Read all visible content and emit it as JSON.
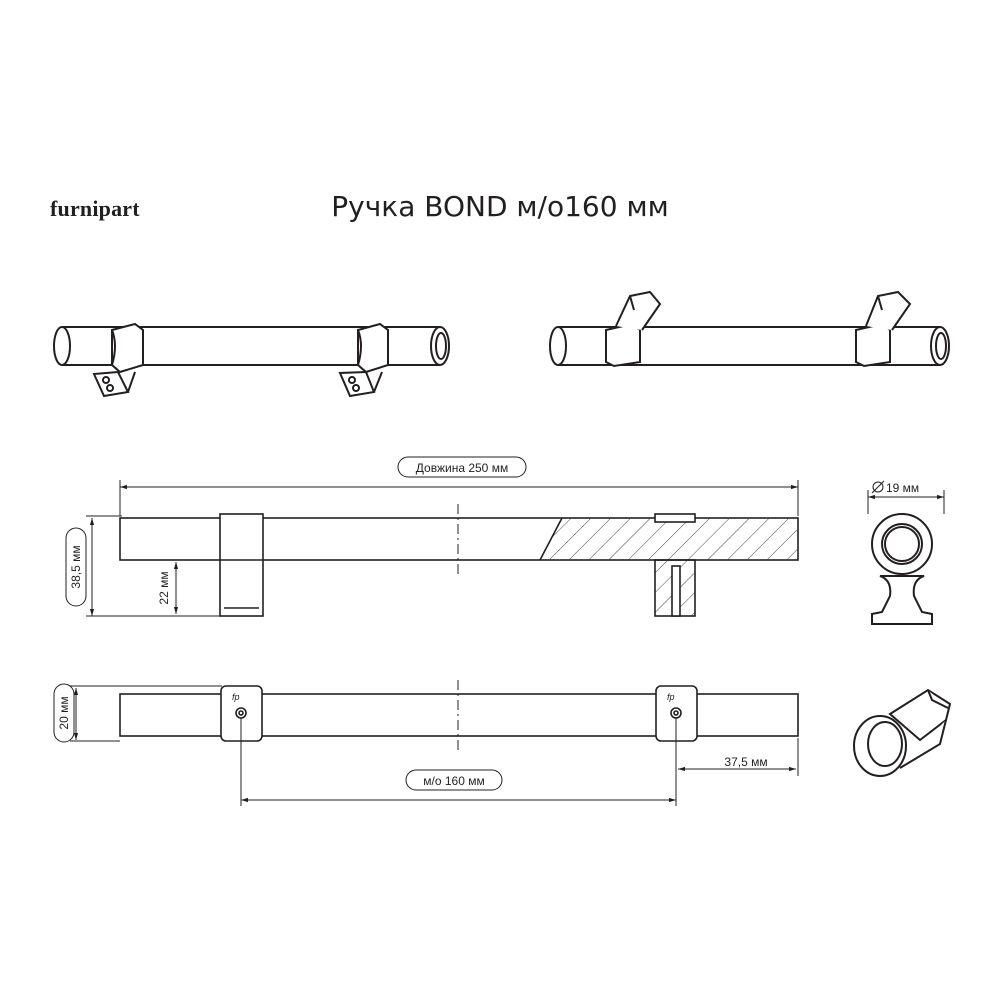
{
  "header": {
    "brand": "furnipart",
    "title": "Ручка BOND м/о160 мм"
  },
  "dimensions": {
    "length": "Довжина 250 мм",
    "height": "38,5 мм",
    "mount_height": "22 мм",
    "diameter": "19 мм",
    "width": "20 мм",
    "center_distance": "м/о 160 мм",
    "end_offset": "37,5 мм"
  },
  "mark": "fp"
}
